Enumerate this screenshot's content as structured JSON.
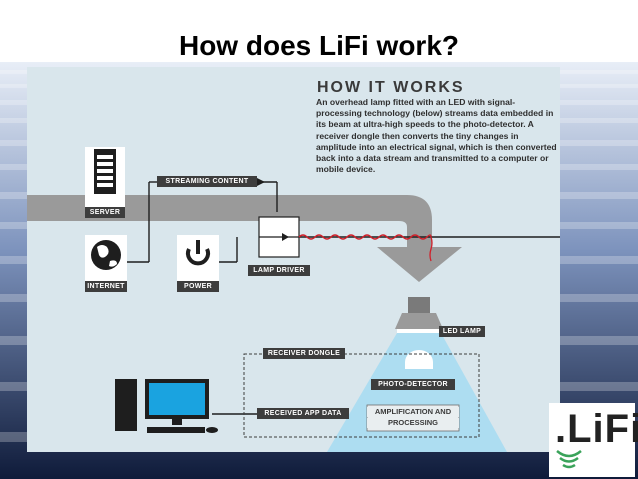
{
  "slide": {
    "title": "How does LiFi work?"
  },
  "diagram": {
    "heading": "HOW IT WORKS",
    "description": "An overhead lamp fitted with an LED with signal-processing technology (below) streams data embedded in its beam at ultra-high speeds to the photo-detector. A receiver dongle then converts the tiny changes in amplitude into an electrical signal, which is then converted back into a data stream and transmitted to a computer or mobile device.",
    "labels": {
      "server": "SERVER",
      "internet": "INTERNET",
      "power": "POWER",
      "streaming_content": "STREAMING CONTENT",
      "lamp_driver": "LAMP DRIVER",
      "led_lamp": "LED LAMP",
      "receiver_dongle": "RECEIVER DONGLE",
      "photo_detector": "PHOTO-DETECTOR",
      "amplification_line1": "AMPLIFICATION AND",
      "amplification_line2": "PROCESSING",
      "received_app_data": "RECEIVED APP DATA"
    }
  },
  "logo": {
    "text": ".LiFi"
  },
  "colors": {
    "diagram_bg": "#d9e6ec",
    "pipe": "#9a9a9a",
    "label_bg": "#3d3d3d",
    "monitor": "#1aa3e0",
    "beam": "#a7dcf2",
    "signal_wave": "#d0202a",
    "logo_green": "#3aa35a"
  }
}
